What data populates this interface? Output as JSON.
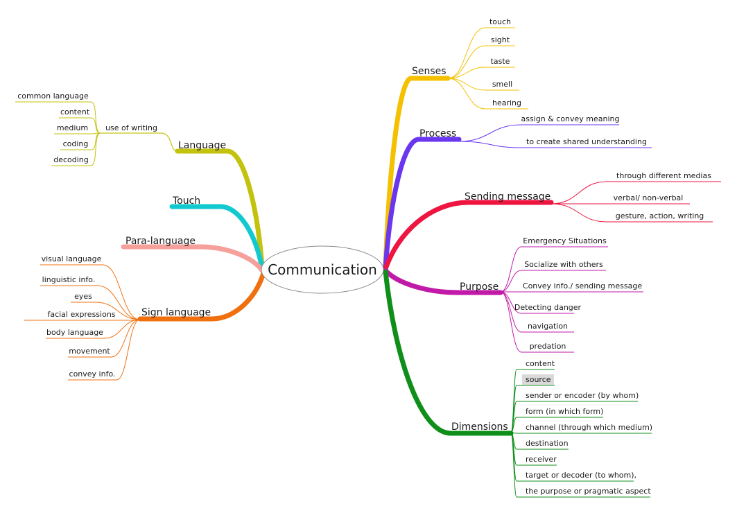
{
  "center": {
    "label": "Communication"
  },
  "branches": [
    {
      "id": "language",
      "label": "Language",
      "color": "#c3c30e",
      "sub": {
        "label": "use of writing",
        "leaves": [
          "common language",
          "content",
          "medium",
          "coding",
          "decoding"
        ]
      }
    },
    {
      "id": "touch",
      "label": "Touch",
      "color": "#12c9cf",
      "leaves": []
    },
    {
      "id": "paralanguage",
      "label": "Para-language",
      "color": "#f5a09a",
      "leaves": []
    },
    {
      "id": "signlanguage",
      "label": "Sign language",
      "color": "#f07010",
      "leaves": [
        "visual language",
        "linguistic info.",
        "eyes",
        "facial expressions",
        "body language",
        "movement",
        "convey info."
      ]
    },
    {
      "id": "senses",
      "label": "Senses",
      "color": "#f5c000",
      "leaves": [
        "touch",
        "sight",
        "taste",
        "smell",
        "hearing"
      ]
    },
    {
      "id": "process",
      "label": "Process",
      "color": "#6a36f0",
      "leaves": [
        "assign & convey meaning",
        "to create shared understanding"
      ]
    },
    {
      "id": "sending",
      "label": "Sending message",
      "color": "#ee1540",
      "leaves": [
        "through different medias",
        "verbal/ non-verbal",
        "gesture, action, writing"
      ]
    },
    {
      "id": "purpose",
      "label": "Purpose",
      "color": "#c21aa8",
      "leaves": [
        "Emergency Situations",
        "Socialize with others",
        "Convey info./ sending message",
        "Detecting danger",
        "navigation",
        "predation"
      ]
    },
    {
      "id": "dimensions",
      "label": "Dimensions",
      "color": "#0f8f1a",
      "leaves": [
        "content",
        "source",
        "sender or encoder (by whom)",
        "form (in which form)",
        "channel (through which medium)",
        "destination",
        "receiver",
        "target or decoder (to whom),",
        "the purpose or pragmatic aspect"
      ],
      "highlighted_leaf": "source"
    }
  ]
}
